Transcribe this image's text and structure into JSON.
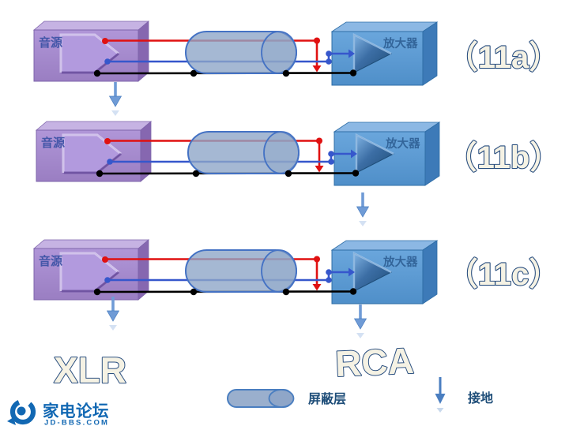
{
  "diagrams": [
    {
      "label": "（11a）",
      "source": "音源",
      "amplifier": "放大器",
      "grounded_at": "source"
    },
    {
      "label": "（11b）",
      "source": "音源",
      "amplifier": "放大器",
      "grounded_at": "amplifier"
    },
    {
      "label": "（11c）",
      "source": "音源",
      "amplifier": "放大器",
      "grounded_at": "source and amplifier"
    }
  ],
  "connector_types": {
    "left": "XLR",
    "right": "RCA"
  },
  "legend": {
    "shield": "屏蔽层",
    "ground": "接地"
  },
  "logo": {
    "name": "家电论坛",
    "domain": "JD-BBS.COM"
  },
  "colors": {
    "wire_hot": "#e01111",
    "wire_cold": "#3657cc",
    "wire_ground": "#000000",
    "source_box": "#a78dcd",
    "amplifier_box": "#5b9bd5",
    "shield_fill": "#8fa6c8",
    "shield_stroke": "#4472c4",
    "ground_arrow": "#6f9bd6",
    "legend_arrow": "#4a7ec0",
    "figure_label_fill": "#f5f2e4",
    "figure_label_outline": "#2a4f80",
    "legend_text": "#1f4e79",
    "logo_blue": "#1268b3"
  }
}
